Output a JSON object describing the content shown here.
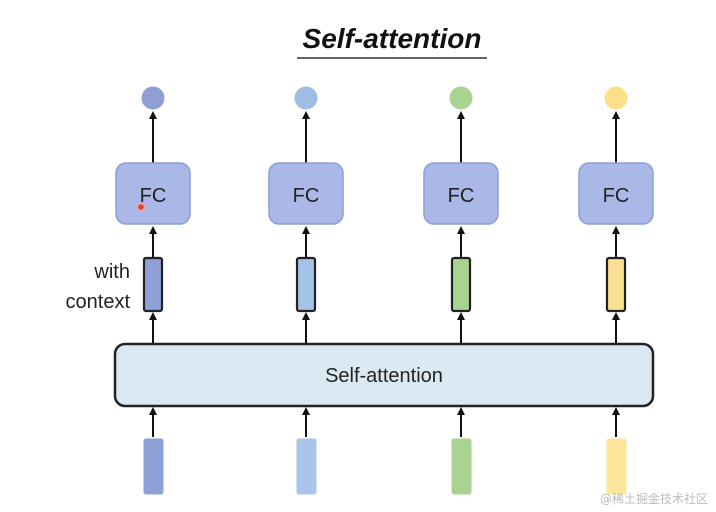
{
  "title": "Self-attention",
  "context_label": {
    "line1": "with",
    "line2": "context"
  },
  "self_attention_block": {
    "label": "Self-attention",
    "fill": "#dbe9f2"
  },
  "fc_label": "FC",
  "colors": {
    "fc_fill": "#a9b8e6",
    "fc_stroke": "#8a9fd6",
    "arrow": "#111111",
    "title_underline": "#333333",
    "cursor_marker": "#e0403c"
  },
  "columns": [
    {
      "id": "col1",
      "fc_label": "FC",
      "output_color": "#8e9fd6",
      "context_color": "#8ea0d8",
      "input_color": "#8ea0d8"
    },
    {
      "id": "col2",
      "fc_label": "FC",
      "output_color": "#9dbde4",
      "context_color": "#a5c3e8",
      "input_color": "#a9c6ea"
    },
    {
      "id": "col3",
      "fc_label": "FC",
      "output_color": "#a9d48f",
      "context_color": "#a9d48f",
      "input_color": "#a9d48f"
    },
    {
      "id": "col4",
      "fc_label": "FC",
      "output_color": "#fde08a",
      "context_color": "#fbe093",
      "input_color": "#fde59a"
    }
  ],
  "watermark": "@稀土掘金技术社区"
}
